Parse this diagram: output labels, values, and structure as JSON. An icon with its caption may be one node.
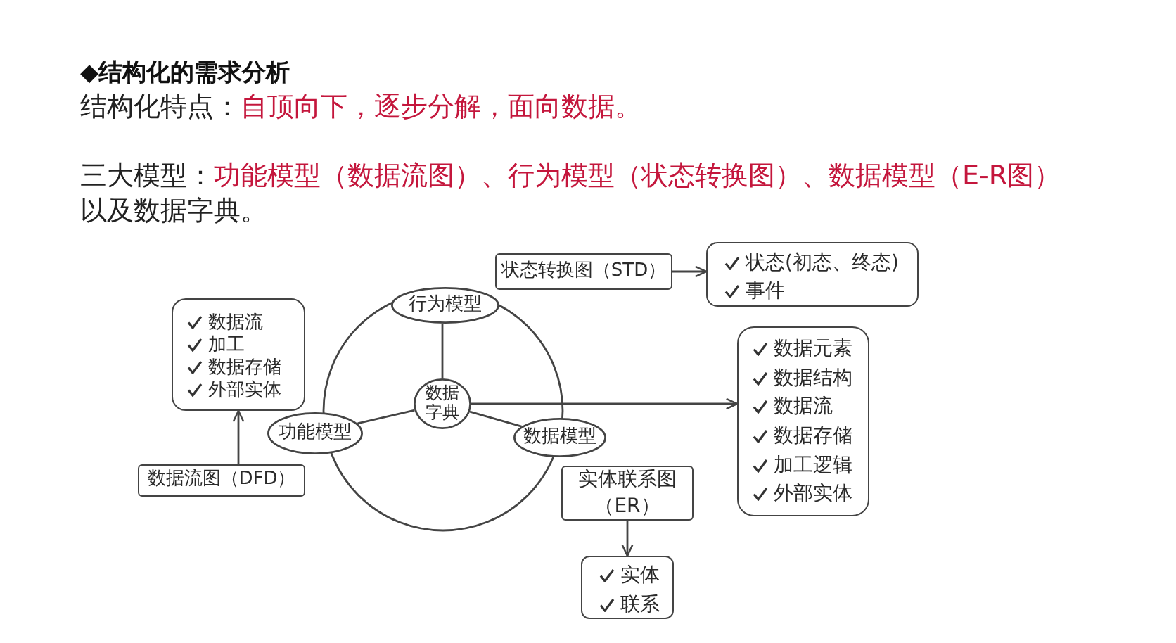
{
  "diagram": {
    "title": "◆结构化的需求分析",
    "nodes": [
      {
        "text": [
          "状态转换图（STD）"
        ]
      },
      {
        "text": [
          "状态(初态、终态)",
          "事件"
        ]
      },
      {
        "text": [
          "行为模型"
        ]
      },
      {
        "text": [
          "数据流",
          "加工",
          "数据存储",
          "外部实体"
        ]
      },
      {
        "text": [
          "数据元素",
          "数据结构",
          "数据流",
          "数据存储",
          "加工逻辑",
          "外部实体"
        ]
      },
      {
        "text": [
          "数据字典"
        ]
      },
      {
        "text": [
          "功能模型"
        ]
      },
      {
        "text": [
          "数据模型"
        ]
      },
      {
        "text": [
          "数据流图（DFD）"
        ]
      },
      {
        "text": [
          "实体联系图（ER）"
        ]
      },
      {
        "text": [
          "实体",
          "联系"
        ]
      }
    ],
    "edges": [
      {
        "from": 0,
        "to": 1,
        "arrow": "to"
      },
      {
        "from": 8,
        "to": 3,
        "arrow": "to"
      },
      {
        "from": 2,
        "to": 5,
        "arrow": "none"
      },
      {
        "from": 5,
        "to": 4,
        "arrow": "to"
      },
      {
        "from": 6,
        "to": 5,
        "arrow": "none"
      },
      {
        "from": 7,
        "to": 5,
        "arrow": "none"
      },
      {
        "from": 9,
        "to": 10,
        "arrow": "to"
      }
    ],
    "labels": [
      "结构化特点：",
      "自顶向下，逐步分解，面向数据。",
      "三大模型：",
      "功能模型（数据流图）、行为模型（状态转换图）、数据模型（E-R图）",
      "以及数据字典。"
    ]
  }
}
